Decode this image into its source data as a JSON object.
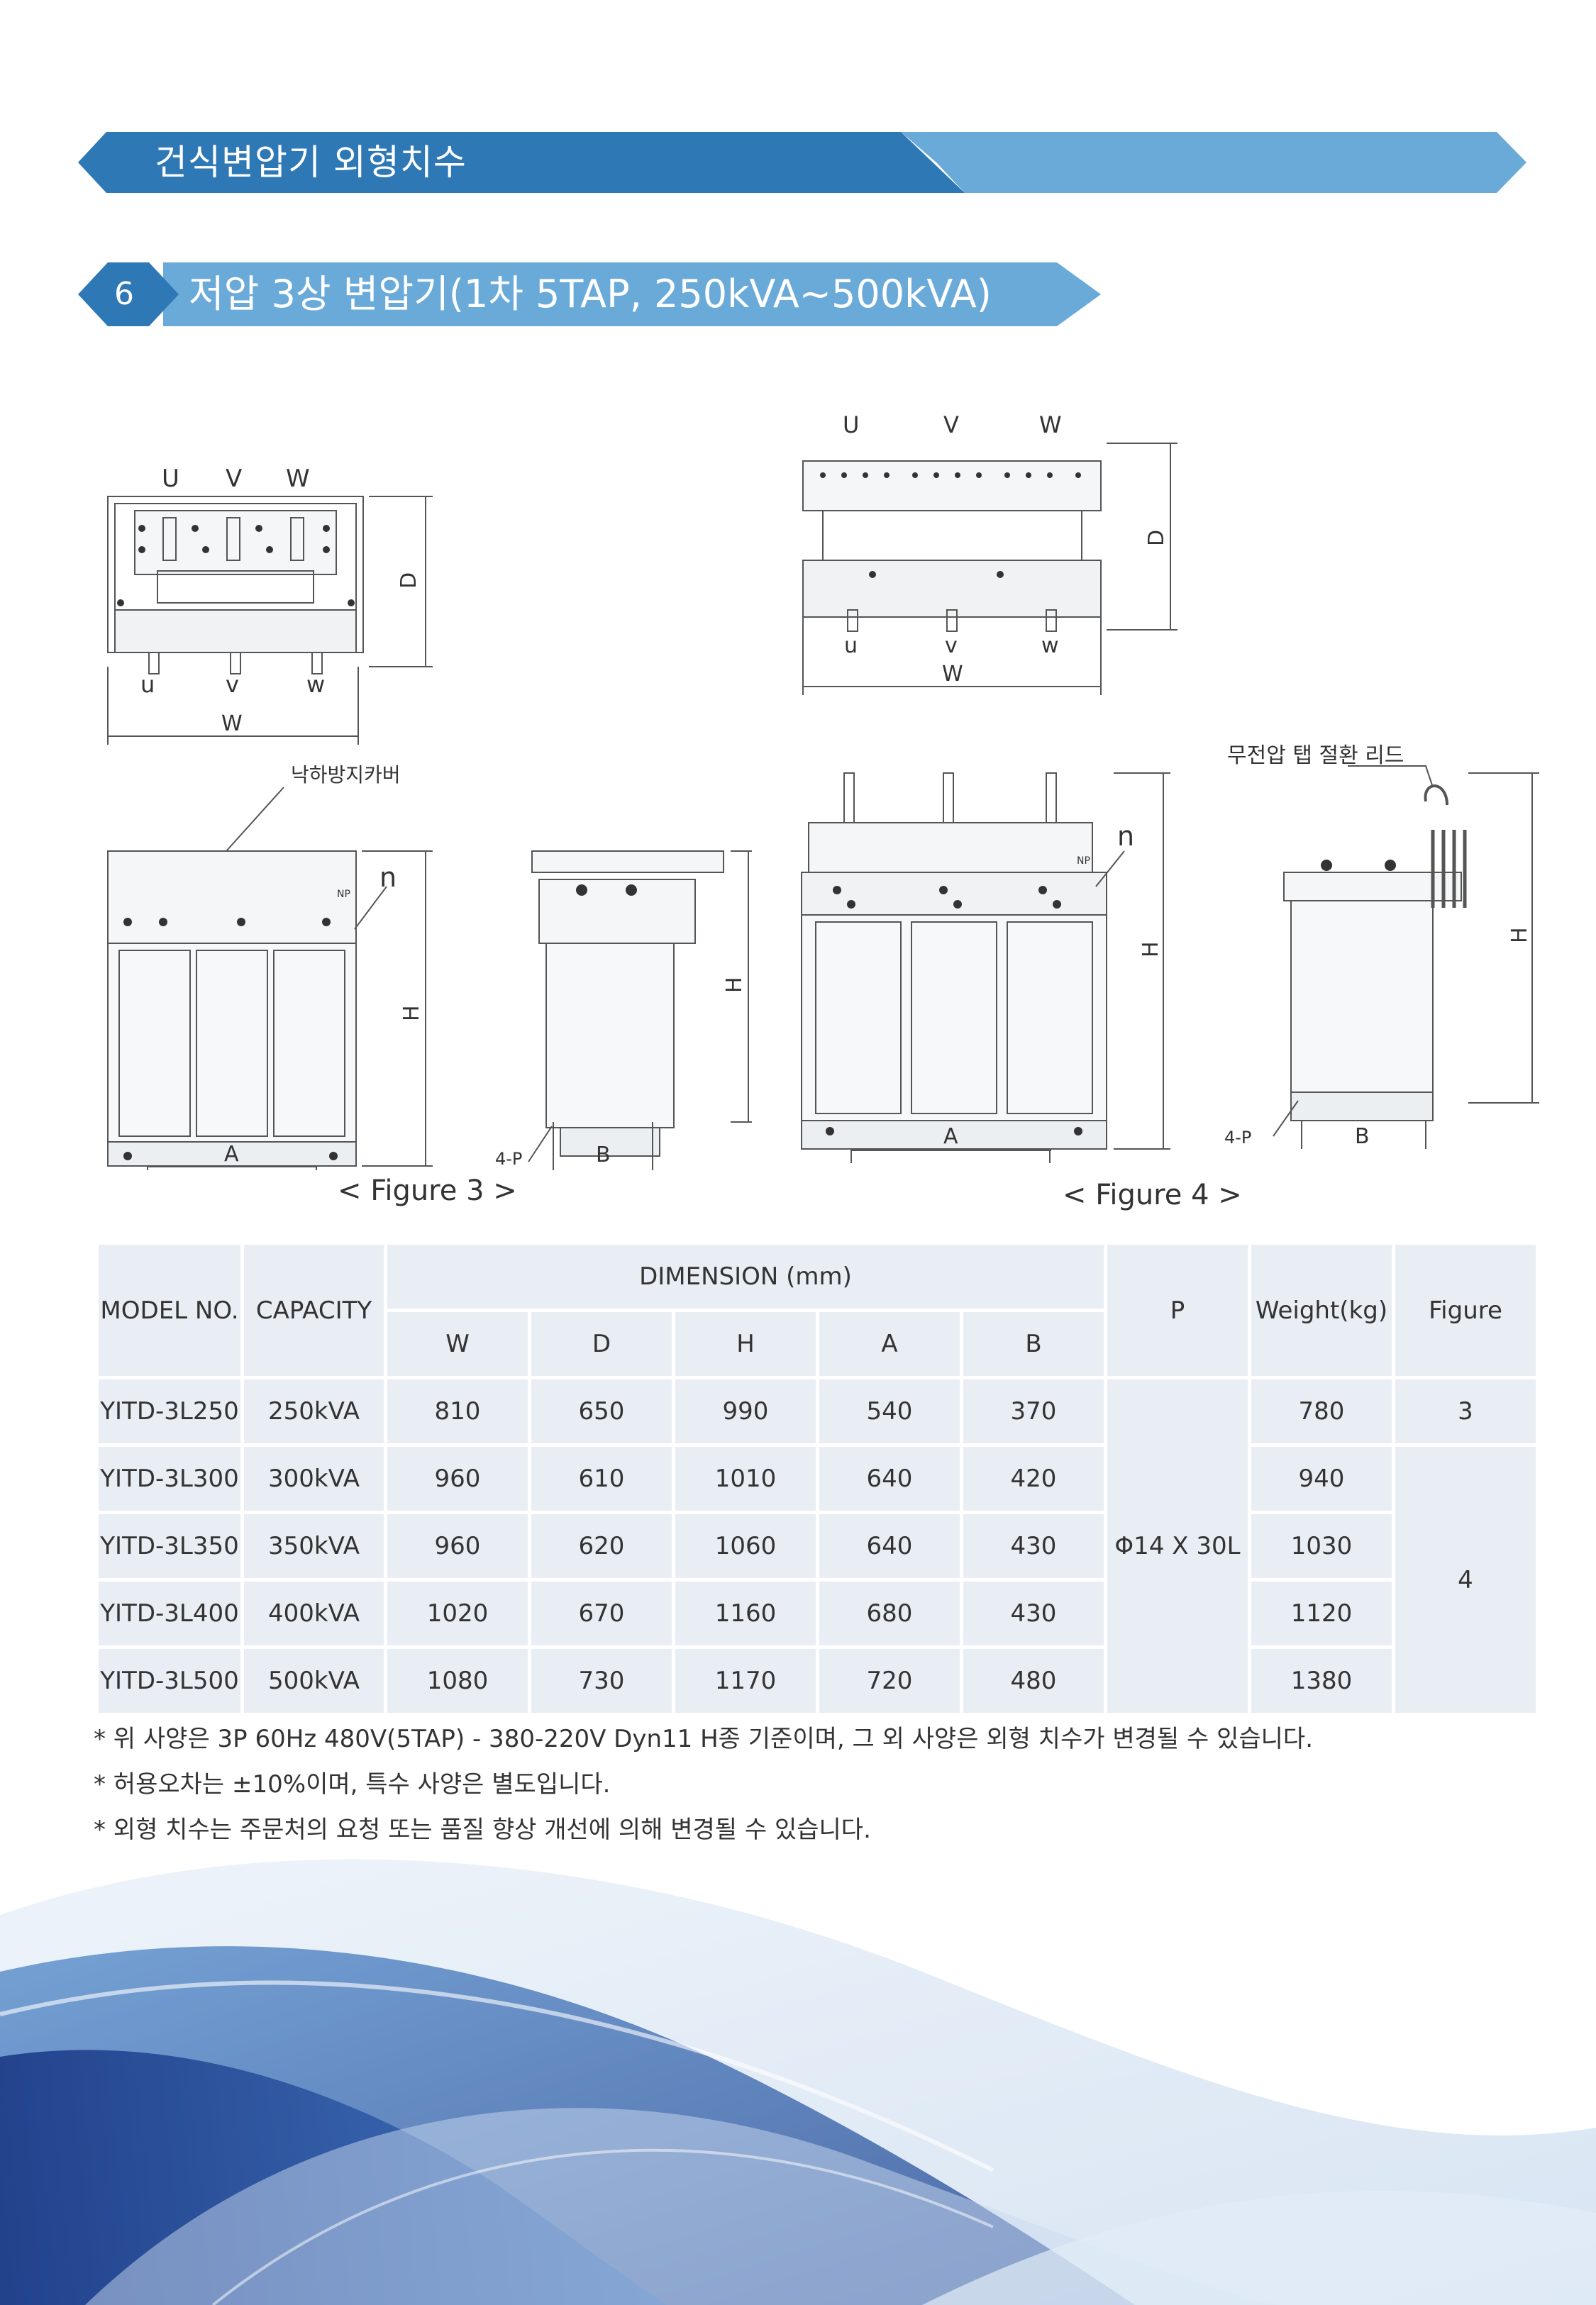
{
  "header": {
    "title": "건식변압기 외형치수"
  },
  "section": {
    "number": "6",
    "title": "저압 3상 변압기(1차 5TAP, 250kVA~500kVA)"
  },
  "figure3": {
    "caption": "< Figure 3 >",
    "top_view": {
      "terminals_primary": [
        "U",
        "V",
        "W"
      ],
      "terminals_secondary": [
        "u",
        "v",
        "w"
      ],
      "dim_width": "W",
      "dim_depth": "D"
    },
    "front_view": {
      "callout": "낙하방지카버",
      "neutral": "n",
      "np_label": "NP",
      "dim_height": "H",
      "dim_a": "A"
    },
    "side_view": {
      "dim_height": "H",
      "dim_b": "B",
      "bolt": "4-P"
    }
  },
  "figure4": {
    "caption": "< Figure 4 >",
    "top_view": {
      "terminals_primary": [
        "U",
        "V",
        "W"
      ],
      "terminals_secondary": [
        "u",
        "v",
        "w"
      ],
      "dim_width": "W",
      "dim_depth": "D"
    },
    "front_view": {
      "neutral": "n",
      "np_label": "NP",
      "dim_height": "H",
      "dim_a": "A"
    },
    "side_view": {
      "callout": "무전압 탭 절환 리드",
      "dim_height": "H",
      "dim_b": "B",
      "bolt": "4-P"
    }
  },
  "table": {
    "headers": {
      "model": "MODEL NO.",
      "capacity": "CAPACITY",
      "dimension": "DIMENSION (mm)",
      "w": "W",
      "d": "D",
      "h": "H",
      "a": "A",
      "b": "B",
      "p": "P",
      "weight": "Weight(kg)",
      "figure": "Figure"
    },
    "rows": [
      {
        "model": "YITD-3L250",
        "capacity": "250kVA",
        "w": "810",
        "d": "650",
        "h": "990",
        "a": "540",
        "b": "370",
        "weight": "780"
      },
      {
        "model": "YITD-3L300",
        "capacity": "300kVA",
        "w": "960",
        "d": "610",
        "h": "1010",
        "a": "640",
        "b": "420",
        "weight": "940"
      },
      {
        "model": "YITD-3L350",
        "capacity": "350kVA",
        "w": "960",
        "d": "620",
        "h": "1060",
        "a": "640",
        "b": "430",
        "weight": "1030"
      },
      {
        "model": "YITD-3L400",
        "capacity": "400kVA",
        "w": "1020",
        "d": "670",
        "h": "1160",
        "a": "680",
        "b": "430",
        "weight": "1120"
      },
      {
        "model": "YITD-3L500",
        "capacity": "500kVA",
        "w": "1080",
        "d": "730",
        "h": "1170",
        "a": "720",
        "b": "480",
        "weight": "1380"
      }
    ],
    "p_value": "Φ14 X 30L",
    "figure_values": [
      "3",
      "4"
    ]
  },
  "notes": [
    "* 위 사양은 3P 60Hz 480V(5TAP) - 380-220V Dyn11 H종 기준이며, 그 외 사양은 외형 치수가 변경될 수 있습니다.",
    "* 허용오차는 ±10%이며, 특수 사양은 별도입니다.",
    "* 외형 치수는 주문처의 요청 또는 품질 향상 개선에 의해 변경될 수 있습니다."
  ],
  "colors": {
    "banner_dark": "#2e78b6",
    "banner_light": "#6aaad9",
    "table_cell": "#e9eef4",
    "wave_deep": "#1e4f9c"
  }
}
